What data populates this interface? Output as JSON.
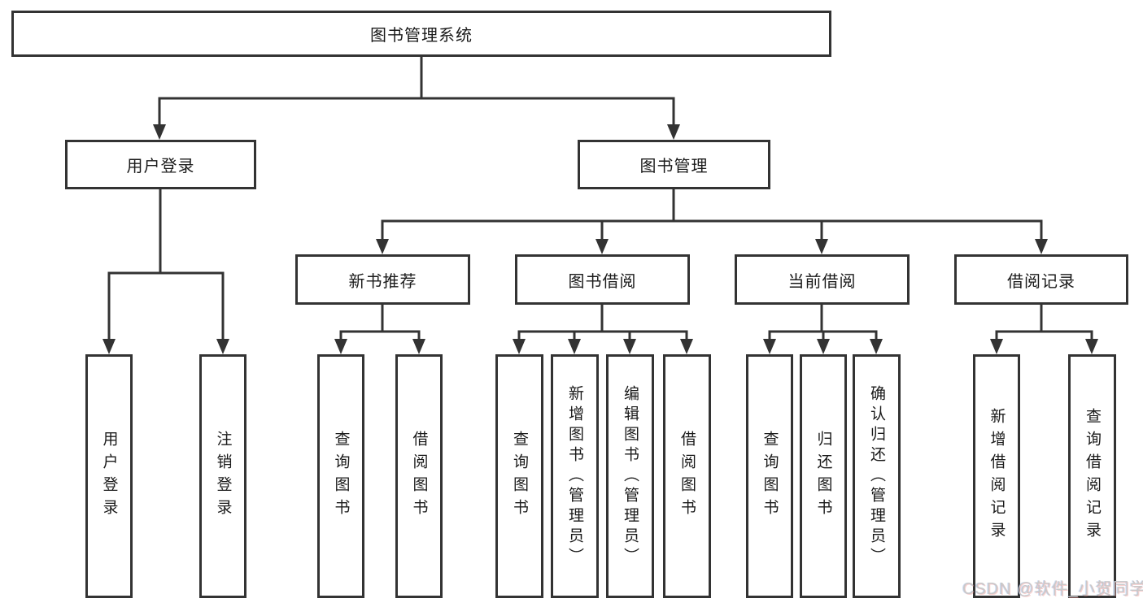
{
  "diagram": {
    "title": "图书管理系统",
    "level2": {
      "user_login": "用户登录",
      "book_mgmt": "图书管理"
    },
    "level3": {
      "new_book": "新书推荐",
      "borrow": "图书借阅",
      "current": "当前借阅",
      "records": "借阅记录"
    },
    "leaves": {
      "user_login": "用户登录",
      "logout": "注销登录",
      "nb_query": "查询图书",
      "nb_borrow": "借阅图书",
      "bb_query": "查询图书",
      "bb_add": "新增图书（管理员）",
      "bb_edit": "编辑图书（管理员）",
      "bb_borrow": "借阅图书",
      "cb_query": "查询图书",
      "cb_return": "归还图书",
      "cb_confirm": "确认归还（管理员）",
      "br_add": "新增借阅记录",
      "br_query": "查询借阅记录"
    }
  },
  "watermark": "CSDN @软件_小贺同学",
  "colors": {
    "line": "#333333",
    "box_border": "#333333",
    "text": "#1a1a1a",
    "watermark": "#c9c9c9",
    "background": "#ffffff"
  }
}
